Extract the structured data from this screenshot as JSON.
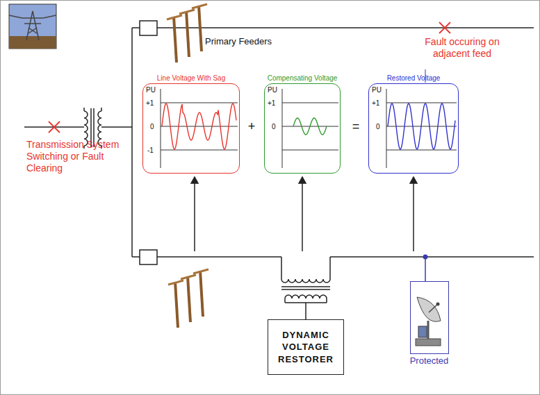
{
  "diagram": {
    "nodes": [
      {
        "text": [
          "Line Voltage With Sag",
          "PU",
          "+1",
          "0",
          "-1"
        ]
      },
      {
        "text": [
          "Compensating Voltage",
          "PU",
          "+1",
          "0"
        ]
      },
      {
        "text": [
          "Restored Voltage",
          "PU",
          "+1",
          "0"
        ]
      },
      {
        "text": [
          "DYNAMIC VOLTAGE RESTORER"
        ]
      },
      {
        "text": [
          "Protected"
        ]
      }
    ],
    "labels": [
      "Transmission System Switching or Fault Clearing",
      "Primary Feeders",
      "Fault occuring on adjacent feed",
      "+",
      "="
    ]
  }
}
